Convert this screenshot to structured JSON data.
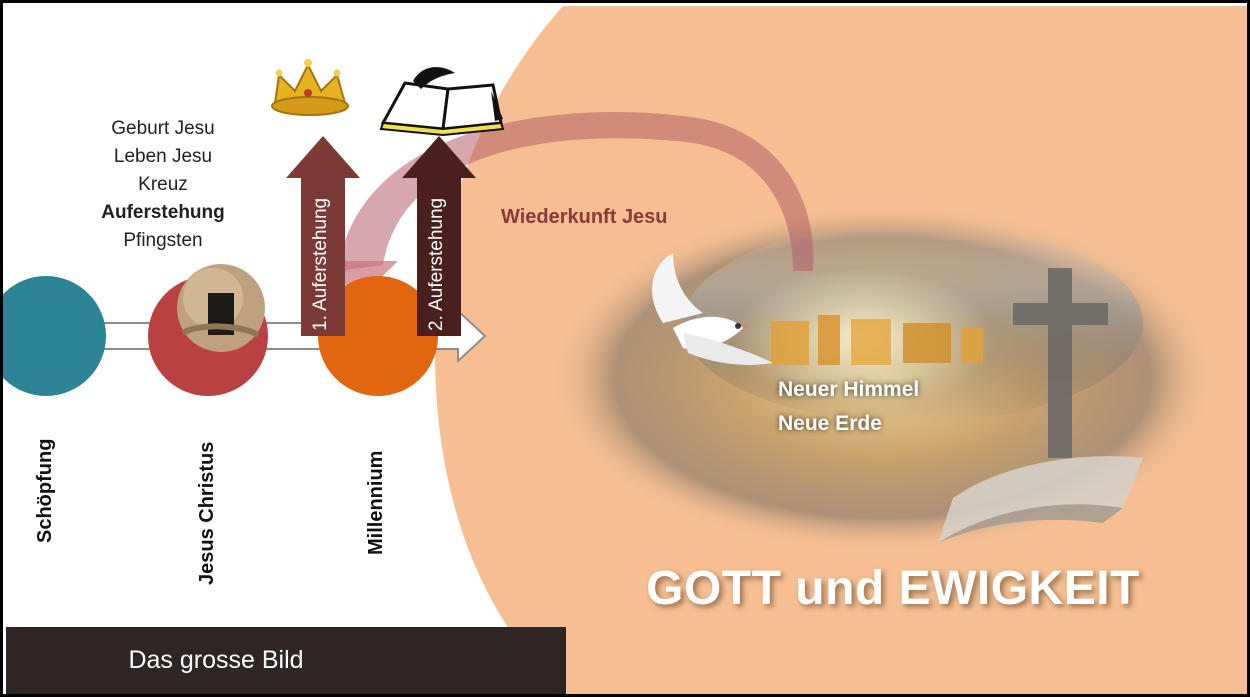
{
  "events": {
    "birth": "Geburt Jesu",
    "life": "Leben Jesu",
    "cross": "Kreuz",
    "resurrection": "Auferstehung",
    "pentecost": "Pfingsten"
  },
  "timeline": {
    "creation": "Schöpfung",
    "christ": "Jesus Christus",
    "millennium": "Millennium"
  },
  "resurrections": {
    "first": "1. Auferstehung",
    "second": "2. Auferstehung"
  },
  "return_label": "Wiederkunft Jesu",
  "eternity": {
    "line1": "Neuer Himmel",
    "line2": "Neue Erde",
    "title": "GOTT und EWIGKEIT"
  },
  "footer": "Das grosse Bild",
  "colors": {
    "creation": "#2e8497",
    "christ": "#b94141",
    "millennium": "#e2660f",
    "first_arrow": "#7c3a35",
    "second_arrow": "#4a201e",
    "eternity_bg": "#f6bf93",
    "footer_bg": "#2e2624"
  },
  "icons": [
    "crown-icon",
    "book-icon",
    "tomb-icon",
    "dove-icon",
    "cross-icon"
  ]
}
